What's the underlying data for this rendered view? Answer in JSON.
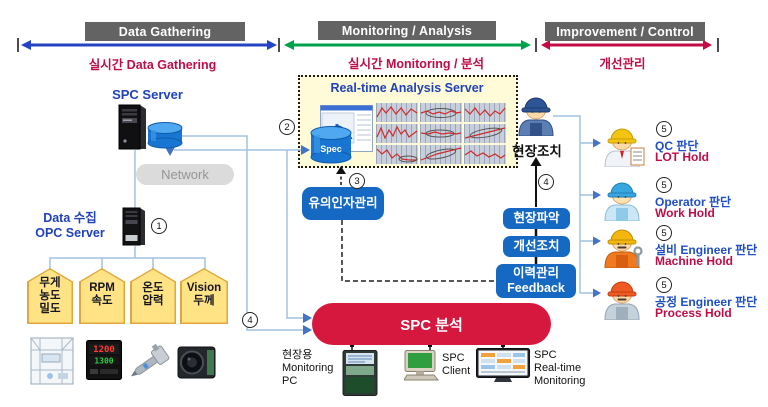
{
  "phases": [
    {
      "header": "Data Gathering",
      "sub": "실시간 Data Gathering"
    },
    {
      "header": "Monitoring / Analysis",
      "sub": "실시간 Monitoring / 분석"
    },
    {
      "header": "Improvement / Control",
      "sub": "개선관리"
    }
  ],
  "gathering": {
    "server_label": "SPC Server",
    "network_label": "Network",
    "opc_label_lines": [
      "Data 수집",
      "OPC Server"
    ],
    "sensor_tags": [
      {
        "lines": [
          "무게",
          "농도",
          "밀도"
        ]
      },
      {
        "lines": [
          "RPM",
          "속도"
        ]
      },
      {
        "lines": [
          "온도",
          "압력"
        ]
      },
      {
        "lines": [
          "Vision",
          "두께"
        ]
      }
    ],
    "controller_display": {
      "pv": "1200",
      "sv": "1300"
    }
  },
  "analysis": {
    "server_title": "Real-time Analysis Server",
    "spec_db_label": "Spec",
    "factor_box": "유의인자관리",
    "spc_analysis": "SPC 분석"
  },
  "control": {
    "field_action": "현장조치",
    "step_boxes": [
      "현장파악",
      "개선조치"
    ],
    "feedback_box_lines": [
      "이력관리",
      "Feedback"
    ],
    "deciders": [
      {
        "badge": "5",
        "role": "QC 판단",
        "hold": "LOT Hold"
      },
      {
        "badge": "5",
        "role": "Operator 판단",
        "hold": "Work Hold"
      },
      {
        "badge": "5",
        "role": "설비 Engineer 판단",
        "hold": "Machine Hold"
      },
      {
        "badge": "5",
        "role": "공정 Engineer 판단",
        "hold": "Process Hold"
      }
    ]
  },
  "clients": [
    {
      "lines": [
        "현장용",
        "Monitoring",
        "PC"
      ]
    },
    {
      "lines": [
        "SPC",
        "Client"
      ]
    },
    {
      "lines": [
        "SPC",
        "Real-time",
        "Monitoring"
      ]
    }
  ],
  "step_numbers": {
    "s1": "1",
    "s2": "2",
    "s3": "3",
    "s4": "4"
  },
  "colors": {
    "gathering_arrow": "#2443C4",
    "monitoring_arrow": "#00A14B",
    "control_arrow": "#C00D45",
    "phase_text": "#C00D45",
    "header_bg": "#636363",
    "box_blue": "#1669C2",
    "pill_red": "#D6183F",
    "tag_yellow": "#FFE385",
    "blue_text": "#1F41BB"
  }
}
